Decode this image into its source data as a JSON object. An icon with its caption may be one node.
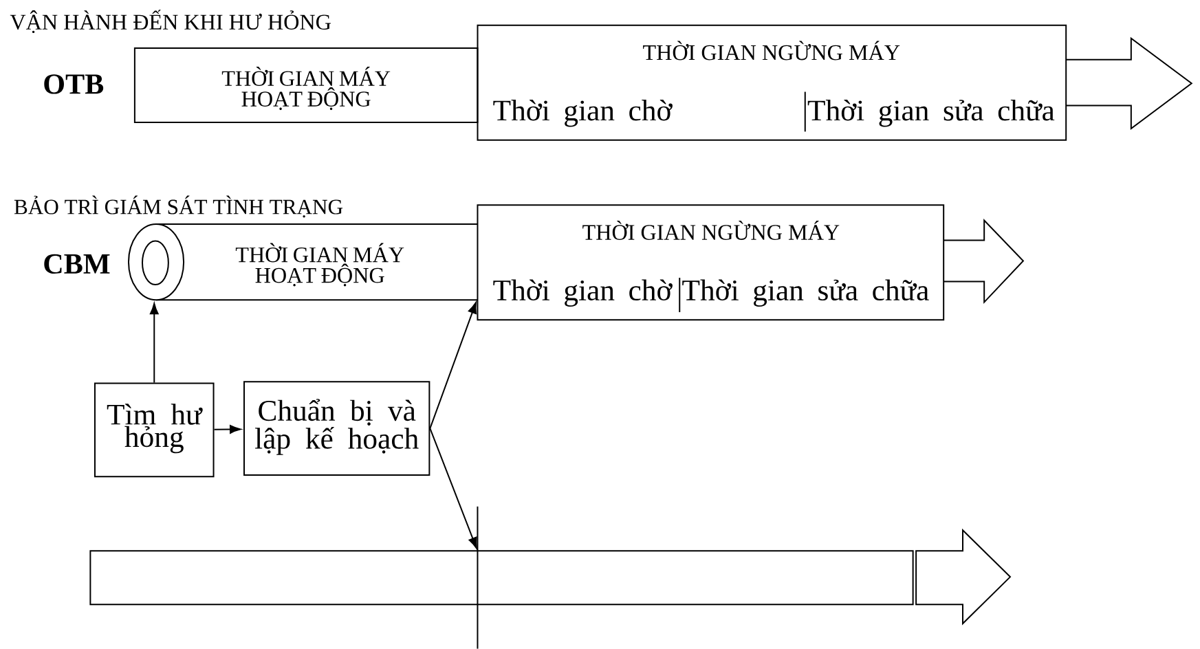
{
  "diagram": {
    "nodes": [
      {
        "text": [
          "THỜI GIAN MÁY HOẠT ĐỘNG"
        ]
      },
      {
        "text": [
          "THỜI GIAN NGỪNG MÁY",
          "Thời gian chờ",
          "Thời gian sửa chữa"
        ]
      },
      {
        "text": [
          "THỜI GIAN MÁY HOẠT ĐỘNG"
        ]
      },
      {
        "text": [
          "THỜI GIAN NGỪNG MÁY",
          "Thời gian chờ",
          "Thời gian sửa chữa"
        ]
      },
      {
        "text": [
          "Tìm hư hỏng"
        ]
      },
      {
        "text": [
          "Chuẩn bị và lập kế hoạch"
        ]
      },
      {
        "text": [],
        "shape": "bar"
      }
    ],
    "edges": [
      {
        "from": 4,
        "to": 2,
        "arrow": "to"
      },
      {
        "from": 4,
        "to": 5,
        "arrow": "to"
      },
      {
        "from": 5,
        "to": 3,
        "arrow": "to"
      },
      {
        "from": 5,
        "to": 6,
        "arrow": "to"
      }
    ],
    "labels": [
      "VẬN HÀNH ĐẾN KHI HƯ HỎNG",
      "OTB",
      "BẢO TRÌ GIÁM SÁT TÌNH TRẠNG",
      "CBM"
    ]
  }
}
